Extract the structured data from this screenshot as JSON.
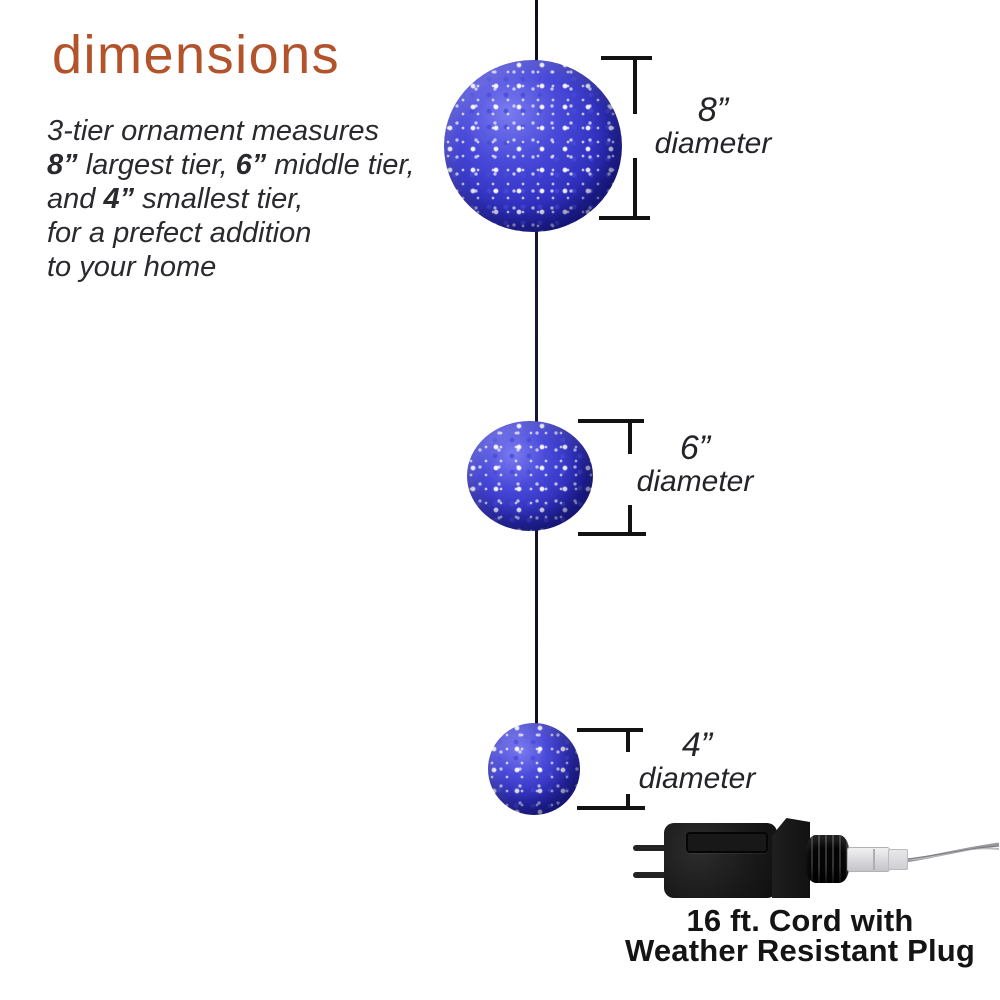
{
  "title": "dimensions",
  "description": {
    "l1": "3-tier ornament measures",
    "l2a": "8”",
    "l2b": " largest tier, ",
    "l2c": "6”",
    "l2d": " middle tier,",
    "l3a": "and ",
    "l3b": "4”",
    "l3c": " smallest tier,",
    "l4": "for a prefect addition",
    "l5": "to your home"
  },
  "tiers": [
    {
      "size": "8”",
      "label": "diameter"
    },
    {
      "size": "6”",
      "label": "diameter"
    },
    {
      "size": "4”",
      "label": "diameter"
    }
  ],
  "plug_caption": {
    "line1": "16 ft. Cord with",
    "line2": "Weather Resistant Plug"
  },
  "colors": {
    "accent": "#b2532b",
    "sphere_blue": "#3030c0",
    "cord": "#0c0c20",
    "marker": "#121212",
    "text": "#2a2a2e"
  }
}
